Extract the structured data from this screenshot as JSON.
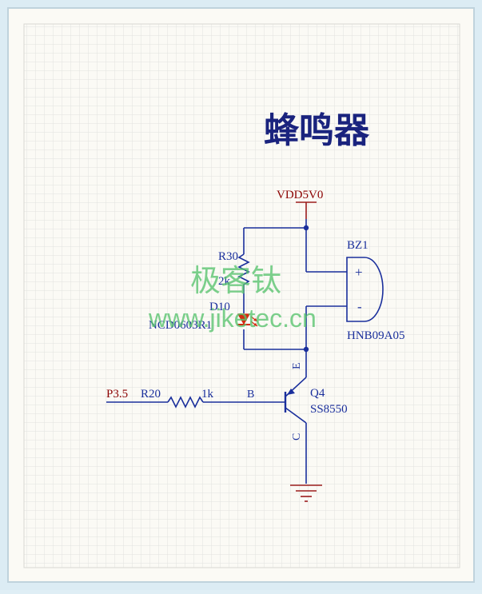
{
  "title": "蜂鸣器",
  "power": {
    "net_label": "VDD5V0"
  },
  "buzzer": {
    "ref": "BZ1",
    "part": "HNB09A05",
    "plus": "+",
    "minus": "-"
  },
  "resistor_r30": {
    "ref": "R30",
    "value": "2k"
  },
  "led_d10": {
    "ref": "D10",
    "part": "NCD0603R1"
  },
  "transistor_q4": {
    "ref": "Q4",
    "part": "SS8550",
    "pin_e": "E",
    "pin_b": "B",
    "pin_c": "C"
  },
  "input": {
    "net_label": "P3.5",
    "ref": "R20",
    "value": "1k"
  },
  "watermark": {
    "brand": "极客钛",
    "url": "www.jiketec.cn"
  },
  "colors": {
    "wire": "#1a2f9c",
    "net_label": "#8b0000",
    "power_line": "#9b1c1c",
    "led_red": "#d42a10",
    "watermark": "#58c46e",
    "title": "#1a237e"
  }
}
